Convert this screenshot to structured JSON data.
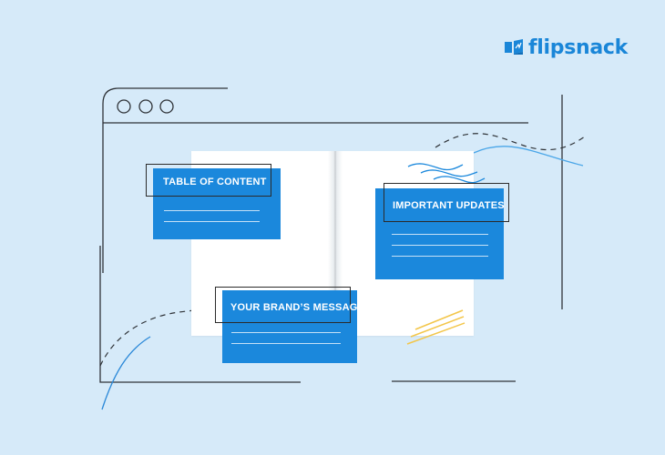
{
  "brand": {
    "name": "flipsnack",
    "icon": "flipsnack-logo-icon",
    "color": "#1a86d8"
  },
  "background_color": "#d6eaf9",
  "accent_color": "#1b88dc",
  "cards": {
    "toc": {
      "title": "TABLE OF CONTENT"
    },
    "updates": {
      "title": "IMPORTANT UPDATES"
    },
    "brand_message": {
      "title": "YOUR BRAND’S MESSAGE"
    }
  },
  "decor": {
    "window_dots": [
      "window-dot-icon",
      "window-dot-icon",
      "window-dot-icon"
    ],
    "yellow_stroke_color": "#f3c64a",
    "line_color": "#2f3338"
  }
}
